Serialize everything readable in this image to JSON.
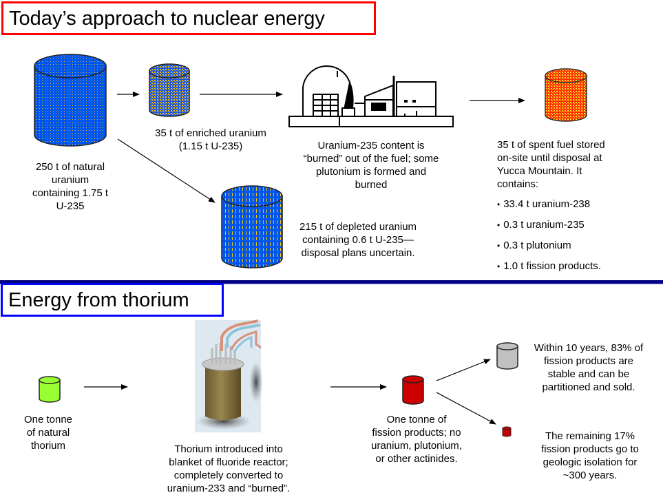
{
  "section_today": {
    "title": "Today’s approach to nuclear energy",
    "natural_uranium": {
      "icon": "blue-dotted-cylinder-icon",
      "lines": [
        "250 t of natural",
        "uranium",
        "containing 1.75 t",
        "U-235"
      ]
    },
    "enriched_uranium": {
      "icon": "blue-yellow-checked-cylinder-icon",
      "lines": [
        "35 t of enriched uranium",
        "(1.15 t U-235)"
      ]
    },
    "reactor": {
      "icon": "nuclear-power-plant-icon",
      "lines": [
        "Uranium-235 content is",
        "“burned” out of the fuel; some",
        "plutonium is formed and",
        "burned"
      ]
    },
    "depleted_uranium": {
      "icon": "blue-striped-cylinder-icon",
      "lines": [
        "215 t of depleted uranium",
        "containing 0.6 t U-235—",
        "disposal plans uncertain."
      ]
    },
    "spent_fuel": {
      "icon": "red-yellow-checked-cylinder-icon",
      "lines": [
        "35 t of spent fuel stored",
        "on-site until disposal at",
        "Yucca Mountain.  It",
        "contains:"
      ],
      "contents": [
        "33.4 t uranium-238",
        "0.3 t uranium-235",
        "0.3 t plutonium",
        "1.0 t fission products."
      ]
    }
  },
  "section_thorium": {
    "title": "Energy from thorium",
    "natural_thorium": {
      "icon": "green-cylinder-icon",
      "lines": [
        "One tonne",
        "of natural",
        "thorium"
      ]
    },
    "fluoride_reactor": {
      "icon": "fluoride-reactor-vessel-icon",
      "lines": [
        "Thorium introduced into",
        "blanket of fluoride reactor;",
        "completely converted to",
        "uranium-233 and “burned”."
      ]
    },
    "fission_products": {
      "icon": "red-cylinder-icon",
      "lines": [
        "One tonne of",
        "fission products; no",
        "uranium, plutonium,",
        "or other actinides."
      ]
    },
    "stable_products": {
      "icon": "gray-cylinder-icon",
      "lines": [
        "Within 10 years, 83% of",
        "fission products are",
        "stable and can be",
        "partitioned and sold."
      ]
    },
    "remaining_products": {
      "icon": "small-red-cylinder-icon",
      "lines": [
        "The remaining 17%",
        "fission products go to",
        "geologic isolation for",
        "~300 years."
      ]
    }
  },
  "colors": {
    "title1_border": "#ff0000",
    "title2_border": "#0000ff",
    "divider": "#000080",
    "uranium_blue": "#0055ee",
    "pattern_yellow": "#ffcc00",
    "spent_red": "#ff2a00",
    "thorium_green": "#99ff33",
    "fission_red": "#cc0000",
    "stable_gray": "#c0c0c0"
  }
}
